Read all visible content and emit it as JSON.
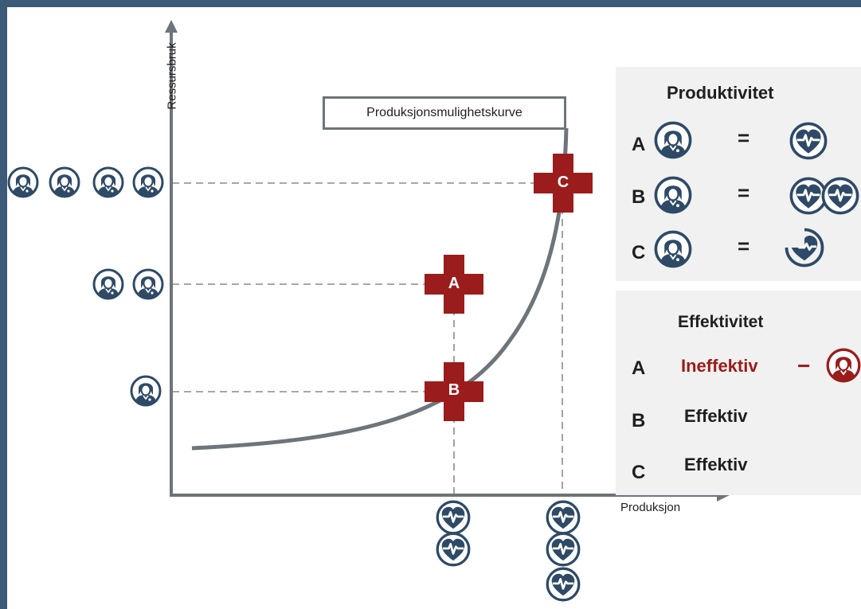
{
  "axes": {
    "y_label": "Ressursbruk",
    "x_label": "Produksjon"
  },
  "curve": {
    "label": "Produksjonsmulighetskurve"
  },
  "points": [
    {
      "id": "A",
      "resources": 2,
      "production": 2
    },
    {
      "id": "B",
      "resources": 1,
      "production": 2
    },
    {
      "id": "C",
      "resources": 4,
      "production": 3
    }
  ],
  "productivity": {
    "title": "Produktivitet",
    "equals": "=",
    "rows": [
      {
        "label": "A",
        "staff": 1,
        "output": 1
      },
      {
        "label": "B",
        "staff": 1,
        "output": 2
      },
      {
        "label": "C",
        "staff": 1,
        "output": 0.75
      }
    ]
  },
  "efficiency": {
    "title": "Effektivitet",
    "minus": "−",
    "rows": [
      {
        "label": "A",
        "status": "Ineffektiv",
        "color": "#9b1c1c"
      },
      {
        "label": "B",
        "status": "Effektiv",
        "color": "#1f1f1f"
      },
      {
        "label": "C",
        "status": "Effektiv",
        "color": "#1f1f1f"
      }
    ]
  },
  "colors": {
    "frame": "#3c5a78",
    "icon_navy": "#2e4a66",
    "cross_red": "#9b1c1c",
    "panel_bg": "#f1f1f1",
    "axis_gray": "#6d747a"
  },
  "icons": {
    "staff": "doctor-avatar-icon",
    "output": "heart-pulse-icon",
    "partial_output": "partial-heart-icon"
  }
}
